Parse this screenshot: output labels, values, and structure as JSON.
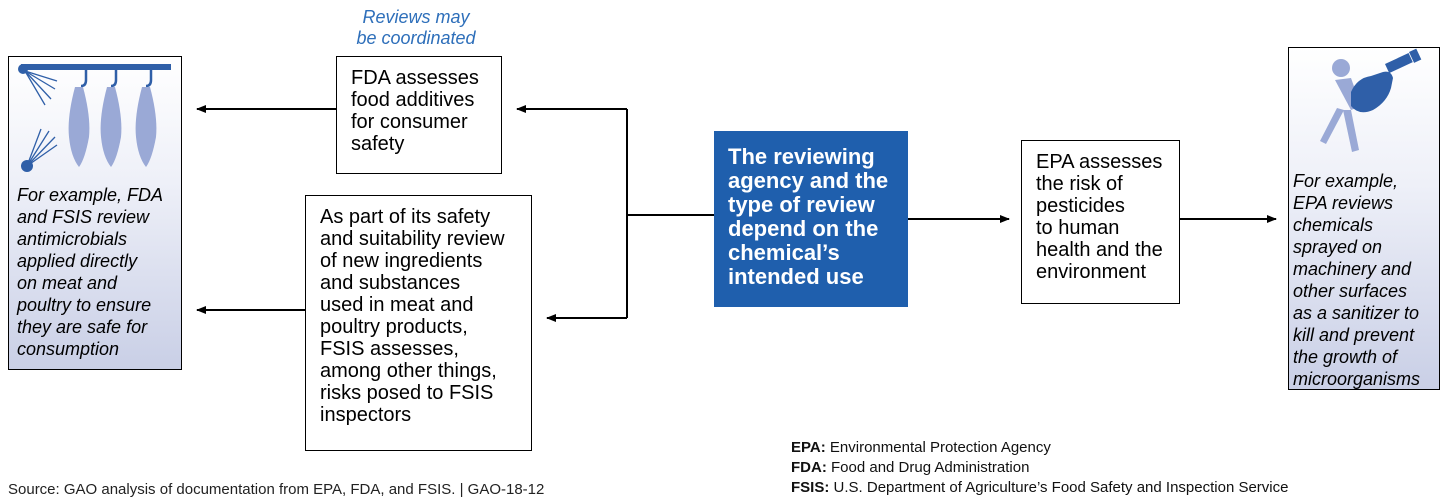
{
  "note": "Reviews may\nbe coordinated",
  "center_box": "The reviewing\nagency and the\ntype of review\ndepend on the\nchemical’s\nintended use",
  "fda_box": "FDA assesses\nfood additives\nfor consumer\nsafety",
  "fsis_box": "As part of its safety\nand suitability review\nof new ingredients\nand substances\nused in meat and\npoultry products,\nFSIS assesses,\namong other things,\nrisks posed to FSIS\ninspectors",
  "epa_box": "EPA assesses\nthe risk of\npesticides\nto human\nhealth and the\nenvironment",
  "left_example": "For example, FDA\nand FSIS review\nantimicrobials\napplied directly\non meat and\npoultry to ensure\nthey are safe for\nconsumption",
  "right_example": "For example,\nEPA reviews\nchemicals\nsprayed on\nmachinery and\nother surfaces\nas a sanitizer to\nkill and prevent\nthe growth of\nmicroorganisms",
  "source": "Source: GAO analysis of documentation from EPA, FDA, and FSIS.  |  GAO-18-12",
  "legend": [
    {
      "abbr": "EPA:",
      "full": "Environmental Protection Agency"
    },
    {
      "abbr": "FDA:",
      "full": "Food and Drug Administration"
    },
    {
      "abbr": "FSIS:",
      "full": "U.S. Department of Agriculture’s Food Safety and Inspection Service"
    }
  ],
  "colors": {
    "accent_blue": "#1f5fad",
    "note_blue": "#2e6fba",
    "illustration_blue": "#2f5fa8",
    "illustration_light": "#9aa9d6"
  },
  "icons": {
    "left": "poultry-processing-spray-icon",
    "right": "worker-sprayer-icon"
  }
}
